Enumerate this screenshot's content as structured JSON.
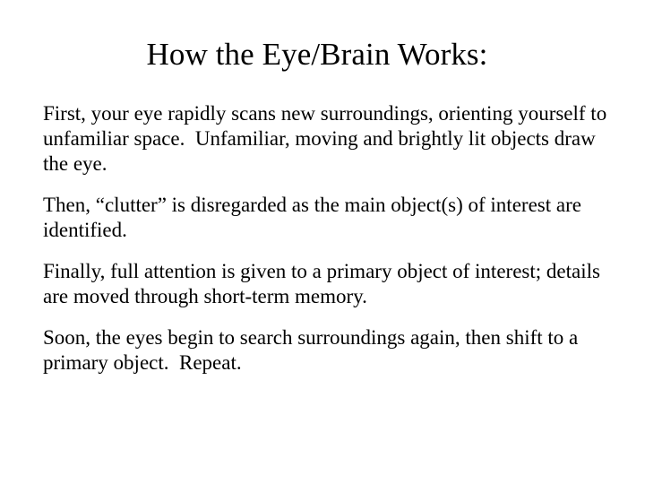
{
  "slide": {
    "title": "How the Eye/Brain Works:",
    "background_color": "#ffffff",
    "text_color": "#000000",
    "paragraphs": [
      "First, your eye rapidly scans new surroundings, orienting yourself to unfamiliar space.  Unfamiliar, moving and brightly lit objects draw the eye.",
      "Then, “clutter” is disregarded as the main object(s) of interest are identified.",
      "Finally, full attention is given to a primary object of interest; details are moved through short-term memory.",
      "Soon, the eyes begin to search surroundings again, then shift to a primary object.  Repeat."
    ]
  }
}
